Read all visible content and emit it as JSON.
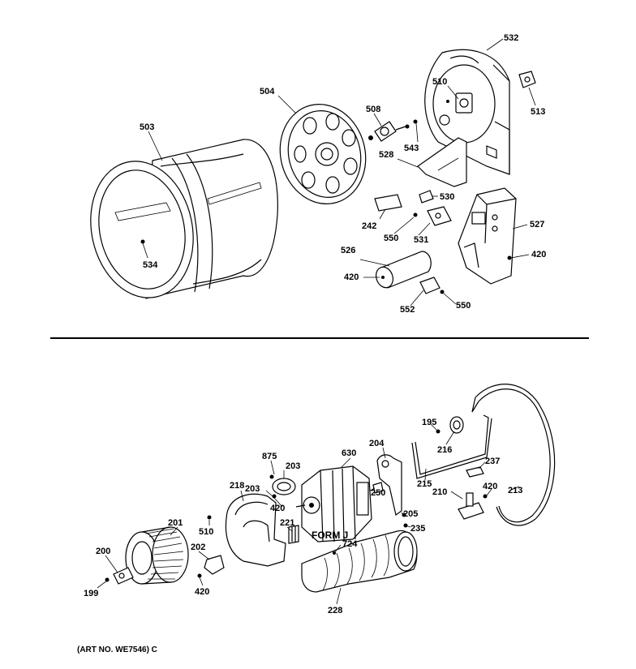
{
  "labels": {
    "l503": "503",
    "l504": "504",
    "l508": "508",
    "l510a": "510",
    "l532": "532",
    "l513": "513",
    "l543": "543",
    "l528": "528",
    "l530": "530",
    "l242": "242",
    "l550a": "550",
    "l531": "531",
    "l527": "527",
    "l420a": "420",
    "l526": "526",
    "l420b": "420",
    "l552": "552",
    "l550b": "550",
    "l534": "534",
    "l195": "195",
    "l216": "216",
    "l237": "237",
    "l215": "215",
    "l210": "210",
    "l420c": "420",
    "l213": "213",
    "l875": "875",
    "l630": "630",
    "l204": "204",
    "l203a": "203",
    "l203b": "203",
    "l218": "218",
    "l250": "250",
    "l420d": "420",
    "l205": "205",
    "l221": "221",
    "l235": "235",
    "l201": "201",
    "l510b": "510",
    "l724": "724",
    "l200": "200",
    "l202": "202",
    "l199": "199",
    "l420e": "420",
    "l228": "228"
  },
  "form_label": "FORM J",
  "art_number": "(ART NO. WE7546) C"
}
